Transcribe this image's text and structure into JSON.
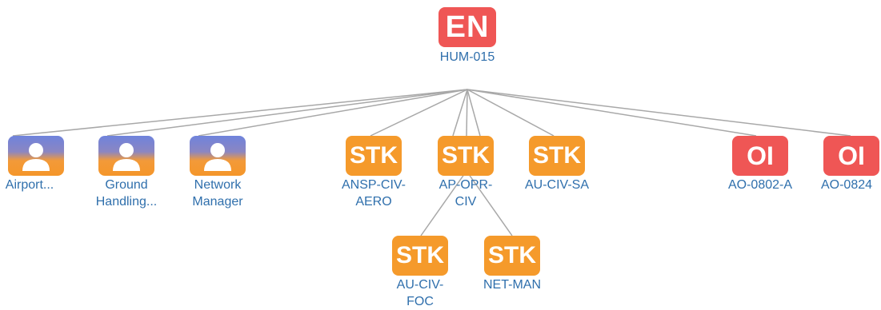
{
  "colors": {
    "en_fill": "#ef5655",
    "stk_fill": "#f59a2b",
    "oi_fill": "#ef5655",
    "person_gradient_top": "#6f83dc",
    "person_gradient_bottom": "#f4962a",
    "label_text": "#2f6fac",
    "edge_stroke": "#a8a8a8"
  },
  "root": {
    "badge": "EN",
    "label": "HUM-015"
  },
  "children": [
    {
      "type": "person",
      "icon": "person-icon",
      "label": "Airport..."
    },
    {
      "type": "person",
      "icon": "person-icon",
      "label": "Ground\nHandling..."
    },
    {
      "type": "person",
      "icon": "person-icon",
      "label": "Network\nManager"
    },
    {
      "type": "stakeholder",
      "badge": "STK",
      "label": "ANSP-CIV-\nAERO"
    },
    {
      "type": "stakeholder",
      "badge": "STK",
      "label": "AP-OPR-\nCIV"
    },
    {
      "type": "stakeholder",
      "badge": "STK",
      "label": "AU-CIV-SA"
    },
    {
      "type": "operational-improvement",
      "badge": "OI",
      "label": "AO-0802-A"
    },
    {
      "type": "operational-improvement",
      "badge": "OI",
      "label": "AO-0824"
    }
  ],
  "grandchildren": [
    {
      "type": "stakeholder",
      "badge": "STK",
      "label": "AU-CIV-\nFOC"
    },
    {
      "type": "stakeholder",
      "badge": "STK",
      "label": "NET-MAN"
    }
  ]
}
